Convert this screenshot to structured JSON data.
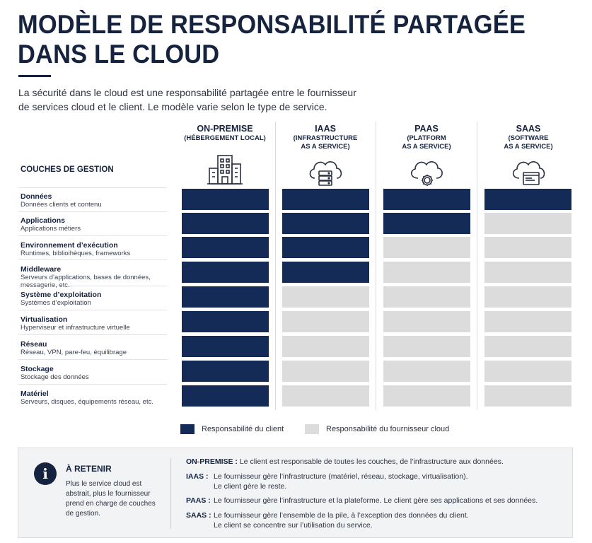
{
  "title_line1": "MODÈLE DE RESPONSABILITÉ PARTAGÉE",
  "title_line2": "DANS LE CLOUD",
  "subtitle_line1": "La sécurité dans le cloud est une responsabilité partagée entre le fournisseur",
  "subtitle_line2": "de services cloud et le client. Le modèle varie selon le type de service.",
  "layers_header": "COUCHES DE GESTION",
  "columns": [
    {
      "name": "ON-PREMISE",
      "sub1": "(HÉBERGEMENT LOCAL)",
      "sub2": "",
      "icon": "building-icon"
    },
    {
      "name": "IAAS",
      "sub1": "(INFRASTRUCTURE",
      "sub2": "AS A SERVICE)",
      "icon": "cloud-server-icon"
    },
    {
      "name": "PAAS",
      "sub1": "(PLATFORM",
      "sub2": "AS A SERVICE)",
      "icon": "cloud-gear-icon"
    },
    {
      "name": "SAAS",
      "sub1": "(SOFTWARE",
      "sub2": "AS A SERVICE)",
      "icon": "cloud-window-icon"
    }
  ],
  "layers": [
    {
      "name": "Données",
      "desc1": "Données clients et contenu",
      "desc2": ""
    },
    {
      "name": "Applications",
      "desc1": "Applications métiers",
      "desc2": ""
    },
    {
      "name": "Environnement d’exécution",
      "desc1": "Runtimes, biblioihèques, frameworks",
      "desc2": ""
    },
    {
      "name": "Middleware",
      "desc1": "Serveurs d’applications, bases de données,",
      "desc2": "messagerie, etc."
    },
    {
      "name": "Système d’exploitation",
      "desc1": "Systèmes d’exploitation",
      "desc2": ""
    },
    {
      "name": "Virtualisation",
      "desc1": "Hyperviseur et infrastructure virtuelle",
      "desc2": ""
    },
    {
      "name": "Réseau",
      "desc1": "Réseau, VPN, pare-feu, équilibrage",
      "desc2": ""
    },
    {
      "name": "Stockage",
      "desc1": "Stockage des données",
      "desc2": ""
    },
    {
      "name": "Matériel",
      "desc1": "Serveurs, disques, équipements réseau, etc.",
      "desc2": ""
    }
  ],
  "client_layer_count": [
    9,
    4,
    2,
    1
  ],
  "colors": {
    "client": "#142a57",
    "provider": "#dcdcdc",
    "dark": "#15233f"
  },
  "legend": {
    "client": "Responsabilité du client",
    "provider": "Responsabilité du fournisseur cloud"
  },
  "remember": {
    "icon": "info-icon",
    "title": "À RETENIR",
    "text": "Plus le service cloud est abstrait, plus le fournisseur prend en charge de couches de gestion."
  },
  "definitions": {
    "onprem_key": "ON-PREMISE :",
    "onprem_text": "Le client est responsable de toutes les couches, de l’infrastructure aux données.",
    "iaas_key": "IAAS :",
    "iaas_text1": "Le fournisseur gère l’infrastructure (matériel, réseau, stockage, virtualisation).",
    "iaas_text2": "Le client gère le reste.",
    "paas_key": "PAAS :",
    "paas_text": "Le fournisseur gère l’infrastructure et la plateforme. Le client gère ses applications et ses données.",
    "saas_key": "SAAS :",
    "saas_text1": "Le fournisseur gère l’ensemble de la pile, à l’exception des données du client.",
    "saas_text2": "Le client se concentre sur l’utilisation du service."
  }
}
